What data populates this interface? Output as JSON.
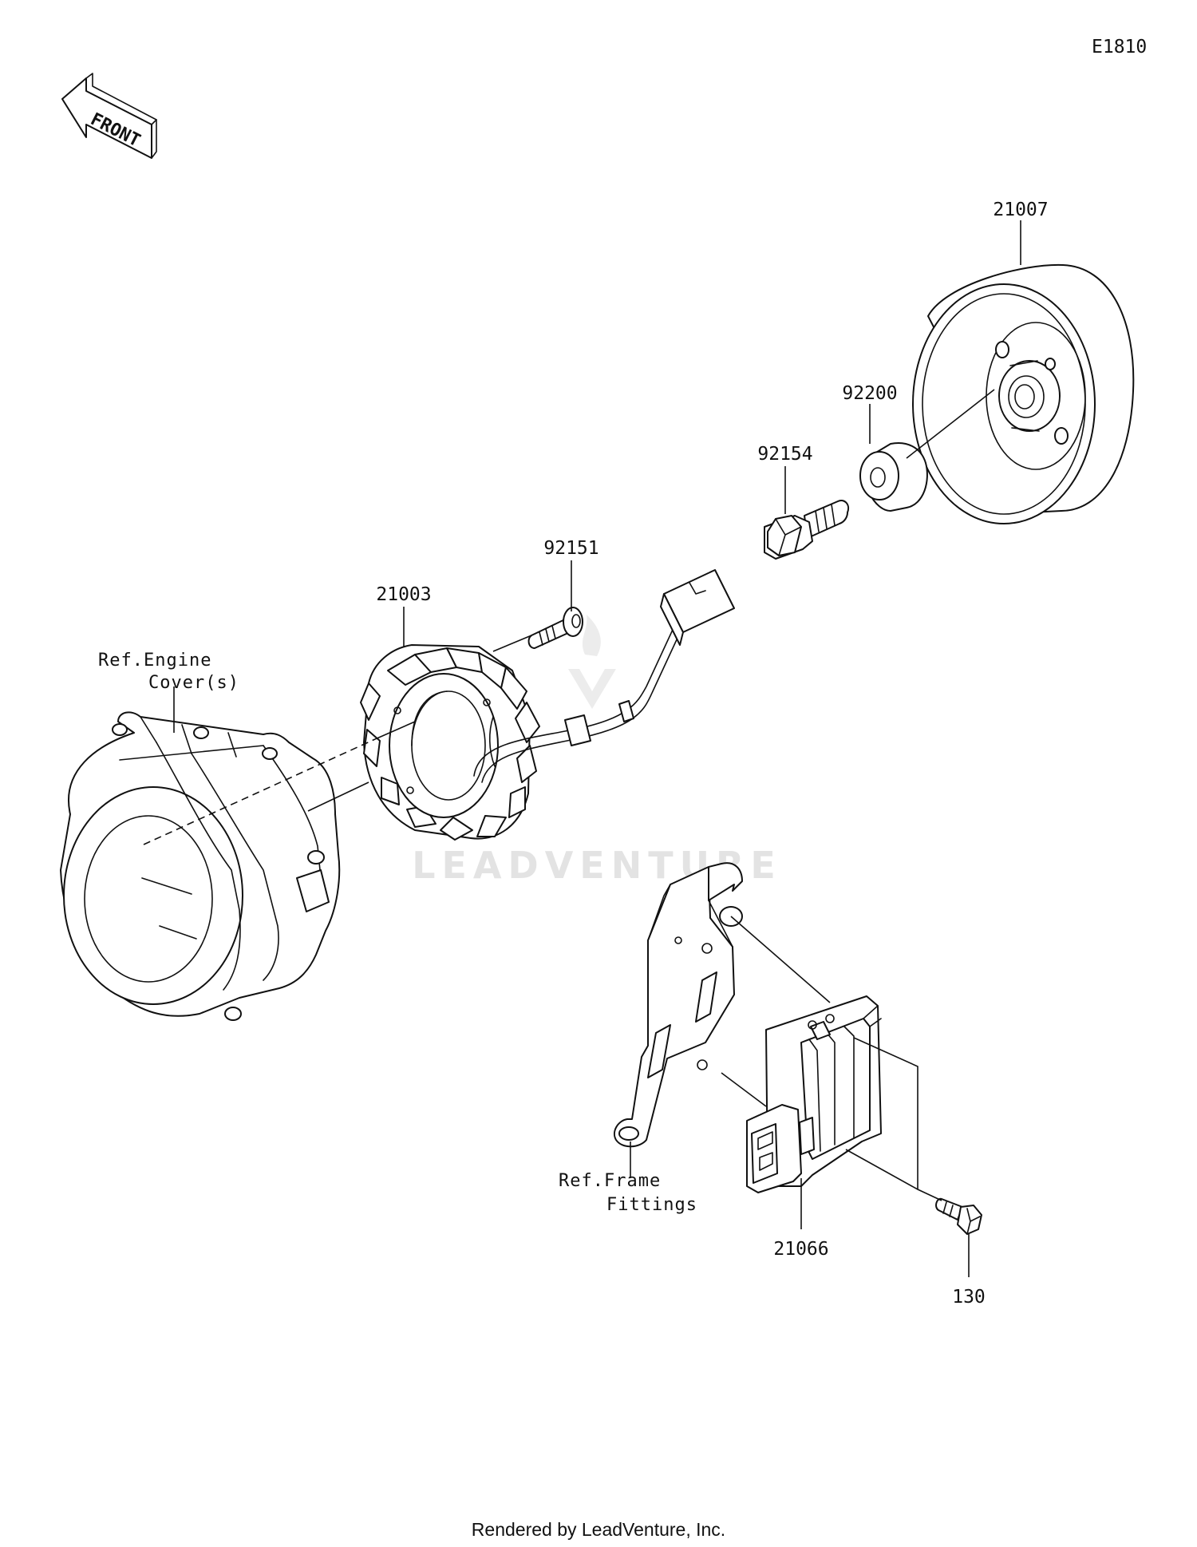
{
  "diagram_code": "E1810",
  "front_marker": "FRONT",
  "watermark": "LEADVENTURE",
  "footer": "Rendered by LeadVenture, Inc.",
  "parts": {
    "flywheel": "21007",
    "washer": "92200",
    "flywheel_bolt": "92154",
    "stator_bolt": "92151",
    "stator": "21003",
    "regulator": "21066",
    "regulator_bolt": "130"
  },
  "references": {
    "engine_cover_line1": "Ref.Engine",
    "engine_cover_line2": "Cover(s)",
    "frame_fittings_line1": "Ref.Frame",
    "frame_fittings_line2": "Fittings"
  }
}
